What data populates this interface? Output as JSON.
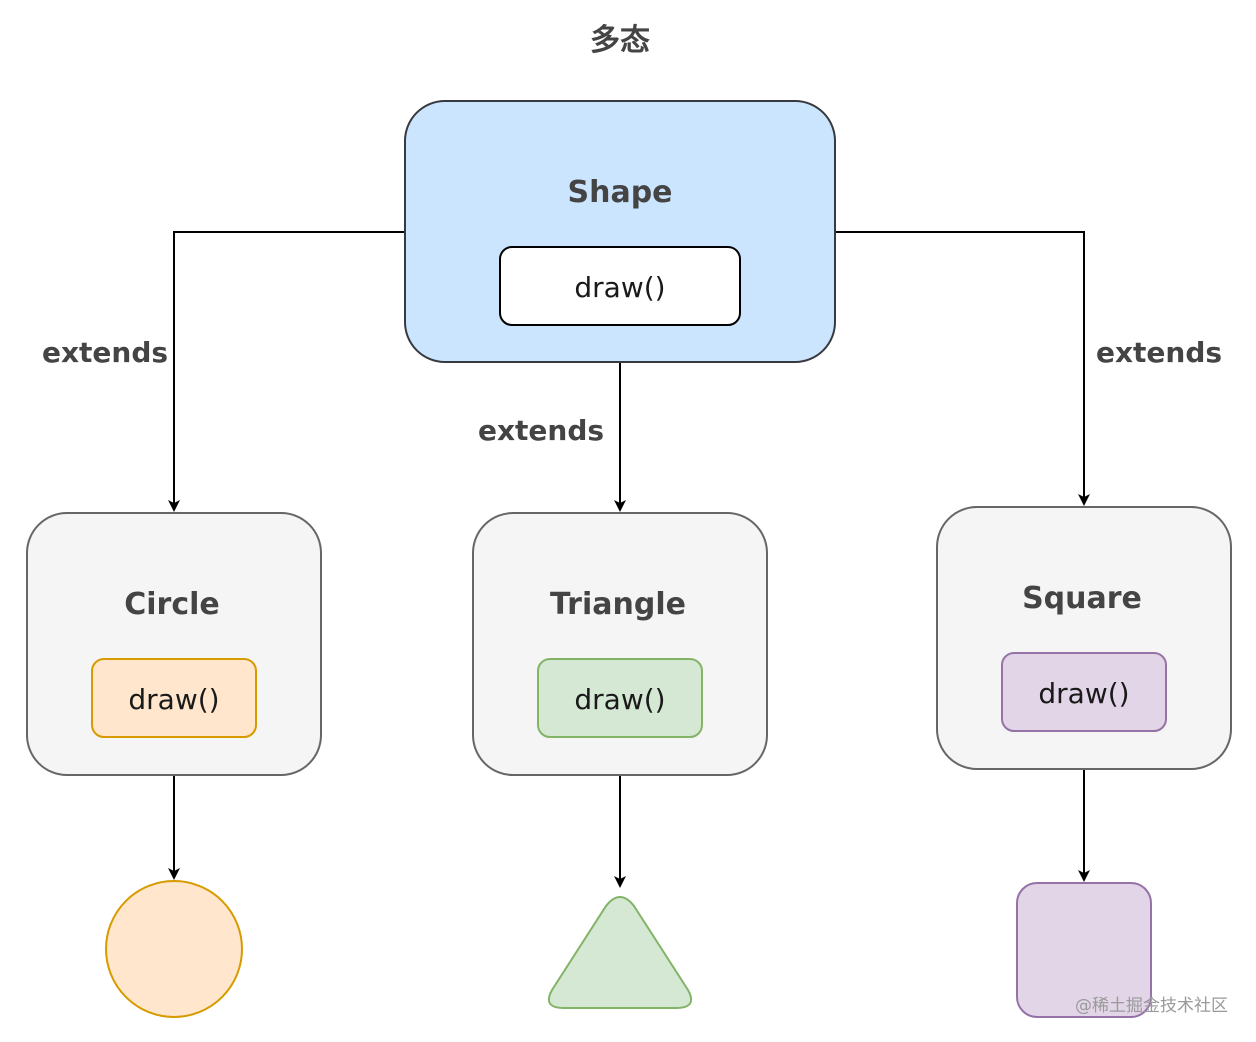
{
  "title": "多态",
  "base_class": {
    "name": "Shape",
    "method": "draw()",
    "fill": "#cce5ff",
    "stroke": "#36393d",
    "method_fill": "#ffffff",
    "method_stroke": "#000000"
  },
  "edge_label": "extends",
  "subclasses": [
    {
      "name": "Circle",
      "method": "draw()",
      "method_fill": "#ffe6cc",
      "method_stroke": "#d79b00",
      "result_shape": "circle",
      "result_fill": "#ffe6cc",
      "result_stroke": "#d79b00"
    },
    {
      "name": "Triangle",
      "method": "draw()",
      "method_fill": "#d5e8d4",
      "method_stroke": "#82b366",
      "result_shape": "triangle",
      "result_fill": "#d5e8d4",
      "result_stroke": "#82b366"
    },
    {
      "name": "Square",
      "method": "draw()",
      "method_fill": "#e1d5e7",
      "method_stroke": "#9673a6",
      "result_shape": "square",
      "result_fill": "#e1d5e7",
      "result_stroke": "#9673a6"
    }
  ],
  "subclass_fill": "#f5f5f5",
  "subclass_stroke": "#666666",
  "edge_color": "#000000",
  "watermark": "@稀土掘金技术社区"
}
